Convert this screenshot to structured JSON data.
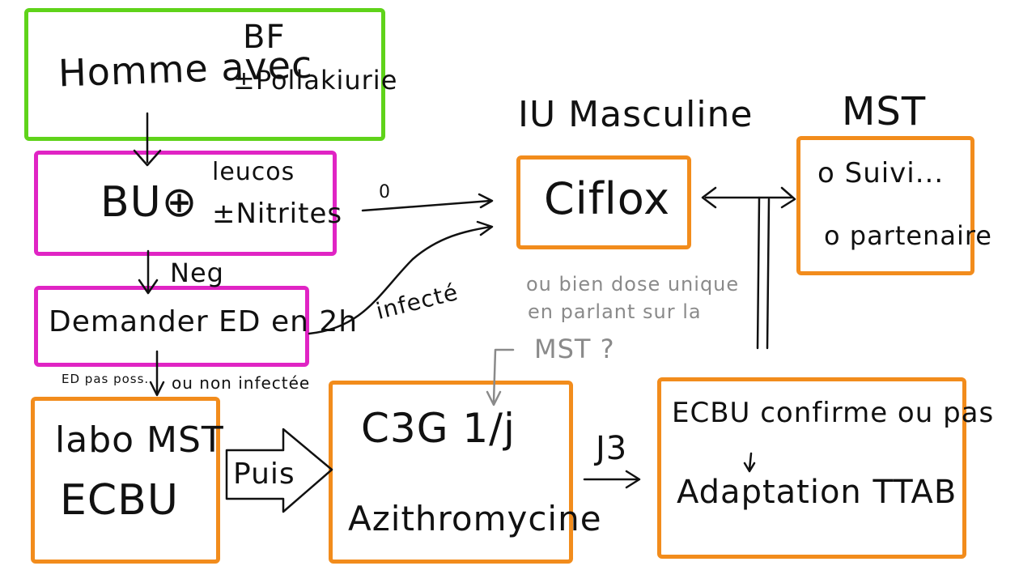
{
  "colors": {
    "green": "#5fd31a",
    "magenta": "#e024c4",
    "orange": "#f28c1c",
    "ink": "#111111",
    "grey": "#8a8a8a"
  },
  "nodes": {
    "homme": {
      "line1": "Homme avec",
      "bf": "BF",
      "pollakiurie": "±Pollakiurie"
    },
    "bu": {
      "main": "BU⊕",
      "leucos": "leucos",
      "nitrites": "±Nitrites"
    },
    "demander": {
      "text": "Demander ED en 2h"
    },
    "labo": {
      "line1": "labo MST",
      "line2": "ECBU"
    },
    "c3g": {
      "line1": "C3G 1/j",
      "line2": "Azithromycine"
    },
    "ciflox": {
      "text": "Ciflox"
    },
    "ist": {
      "line1": "o Suivi...",
      "line2": "o partenaire"
    },
    "ecbu": {
      "line1": "ECBU confirme ou pas",
      "line2": "Adaptation TTAB"
    }
  },
  "labels": {
    "iu_masculine": "IU Masculine",
    "ist_title": "MST",
    "zero": "0",
    "neg": "Neg",
    "infecte": "infecté",
    "ed_pas_poss": "ED pas poss.",
    "ou_non_infectee": "ou non infectée",
    "puis": "Puis",
    "j3": "J3",
    "note_line1": "ou bien dose unique",
    "note_line2": "en parlant sur la",
    "note_line3": "MST ?"
  }
}
